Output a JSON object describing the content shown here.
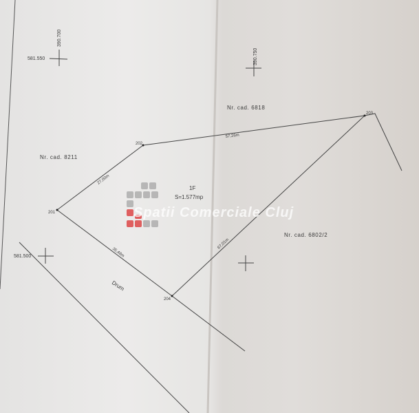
{
  "plan": {
    "parcel_id": "1F",
    "area": "S=1.577mp",
    "neighbors": [
      "Nr. cad. 6818",
      "Nr. cad. 8211",
      "Nr. cad. 6802/2"
    ],
    "road": "Drum",
    "points": [
      "201",
      "202",
      "203",
      "204"
    ],
    "distances": [
      "27,00m",
      "57,26m",
      "67,01m",
      "35,48m"
    ],
    "grid": {
      "x1": "581.550",
      "y1": "390.700",
      "y2": "390.750",
      "x2": "581.500"
    }
  },
  "watermark": "Spatii Comerciale Cluj"
}
